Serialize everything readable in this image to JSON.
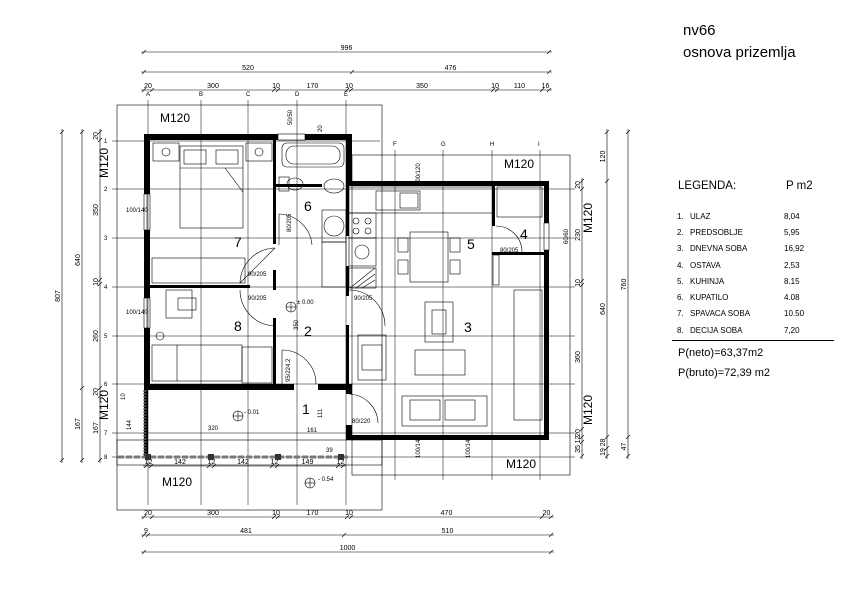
{
  "header": {
    "project": "nv66",
    "subtitle": "osnova prizemlja"
  },
  "legend": {
    "title": "LEGENDA:",
    "unit": "P m2",
    "items": [
      {
        "num": "1.",
        "label": "ULAZ",
        "area": "8,04"
      },
      {
        "num": "2.",
        "label": "PREDSOBLJE",
        "area": "5,95"
      },
      {
        "num": "3.",
        "label": "DNEVNA SOBA",
        "area": "16,92"
      },
      {
        "num": "4.",
        "label": "OSTAVA",
        "area": "2,53"
      },
      {
        "num": "5.",
        "label": "KUHINJA",
        "area": "8.15"
      },
      {
        "num": "6.",
        "label": "KUPATILO",
        "area": "4.08"
      },
      {
        "num": "7.",
        "label": "SPAVACA SOBA",
        "area": "10.50"
      },
      {
        "num": "8.",
        "label": "DECIJA SOBA",
        "area": "7,20"
      }
    ],
    "net": "P(neto)=63,37m2",
    "gross": "P(bruto)=72,39 m2"
  },
  "dimensions": {
    "top_total": [
      "996"
    ],
    "top_mid": [
      "520",
      "476"
    ],
    "top_detail": [
      "20",
      "300",
      "10",
      "170",
      "10",
      "350",
      "10",
      "110",
      "16"
    ],
    "bottom_detail": [
      "20",
      "300",
      "10",
      "170",
      "10",
      "470",
      "20"
    ],
    "bottom_mid": [
      "9",
      "481",
      "510"
    ],
    "bottom_total": [
      "1000"
    ],
    "left_total": [
      "807"
    ],
    "left_mid": [
      "640",
      "167"
    ],
    "left_detail": [
      "20",
      "350",
      "10",
      "260",
      "20",
      "167"
    ],
    "right_detail": [
      "20",
      "230",
      "10",
      "360",
      "20",
      "12",
      "35"
    ],
    "right_mid": [
      "120",
      "640",
      "28",
      "19"
    ],
    "right_total": [
      "760",
      "47"
    ],
    "terrace": [
      "12",
      "142",
      "12",
      "142",
      "12",
      "149",
      "12"
    ]
  },
  "grid": {
    "columns": [
      "A",
      "B",
      "C",
      "D",
      "E",
      "F",
      "G",
      "H",
      "I"
    ],
    "rows": [
      "1",
      "2",
      "3",
      "4",
      "5",
      "6",
      "7",
      "8"
    ]
  },
  "plan": {
    "grid_label": "M120",
    "rooms": [
      "1",
      "2",
      "3",
      "4",
      "5",
      "6",
      "7",
      "8"
    ],
    "doors": {
      "bath": "80/205",
      "bed7": "90/205",
      "bed8": "90/205",
      "living": "90/205",
      "hall": "95/224.2",
      "entry": "80/220",
      "pantry": "80/205"
    },
    "windows": {
      "w1": "100/140",
      "w2": "100/140",
      "w3": "100/140",
      "w4": "100/140",
      "w5": "60/60",
      "w6": "100/120",
      "w7": "50/50"
    },
    "levels": {
      "hall": "± 0.00",
      "terrace": "- 0.01",
      "outside": "- 0.54"
    },
    "misc": {
      "step": "161",
      "h111": "111",
      "h350": "350",
      "d320": "320",
      "d144": "144",
      "d10": "10",
      "d20": "20",
      "d39": "39"
    }
  }
}
